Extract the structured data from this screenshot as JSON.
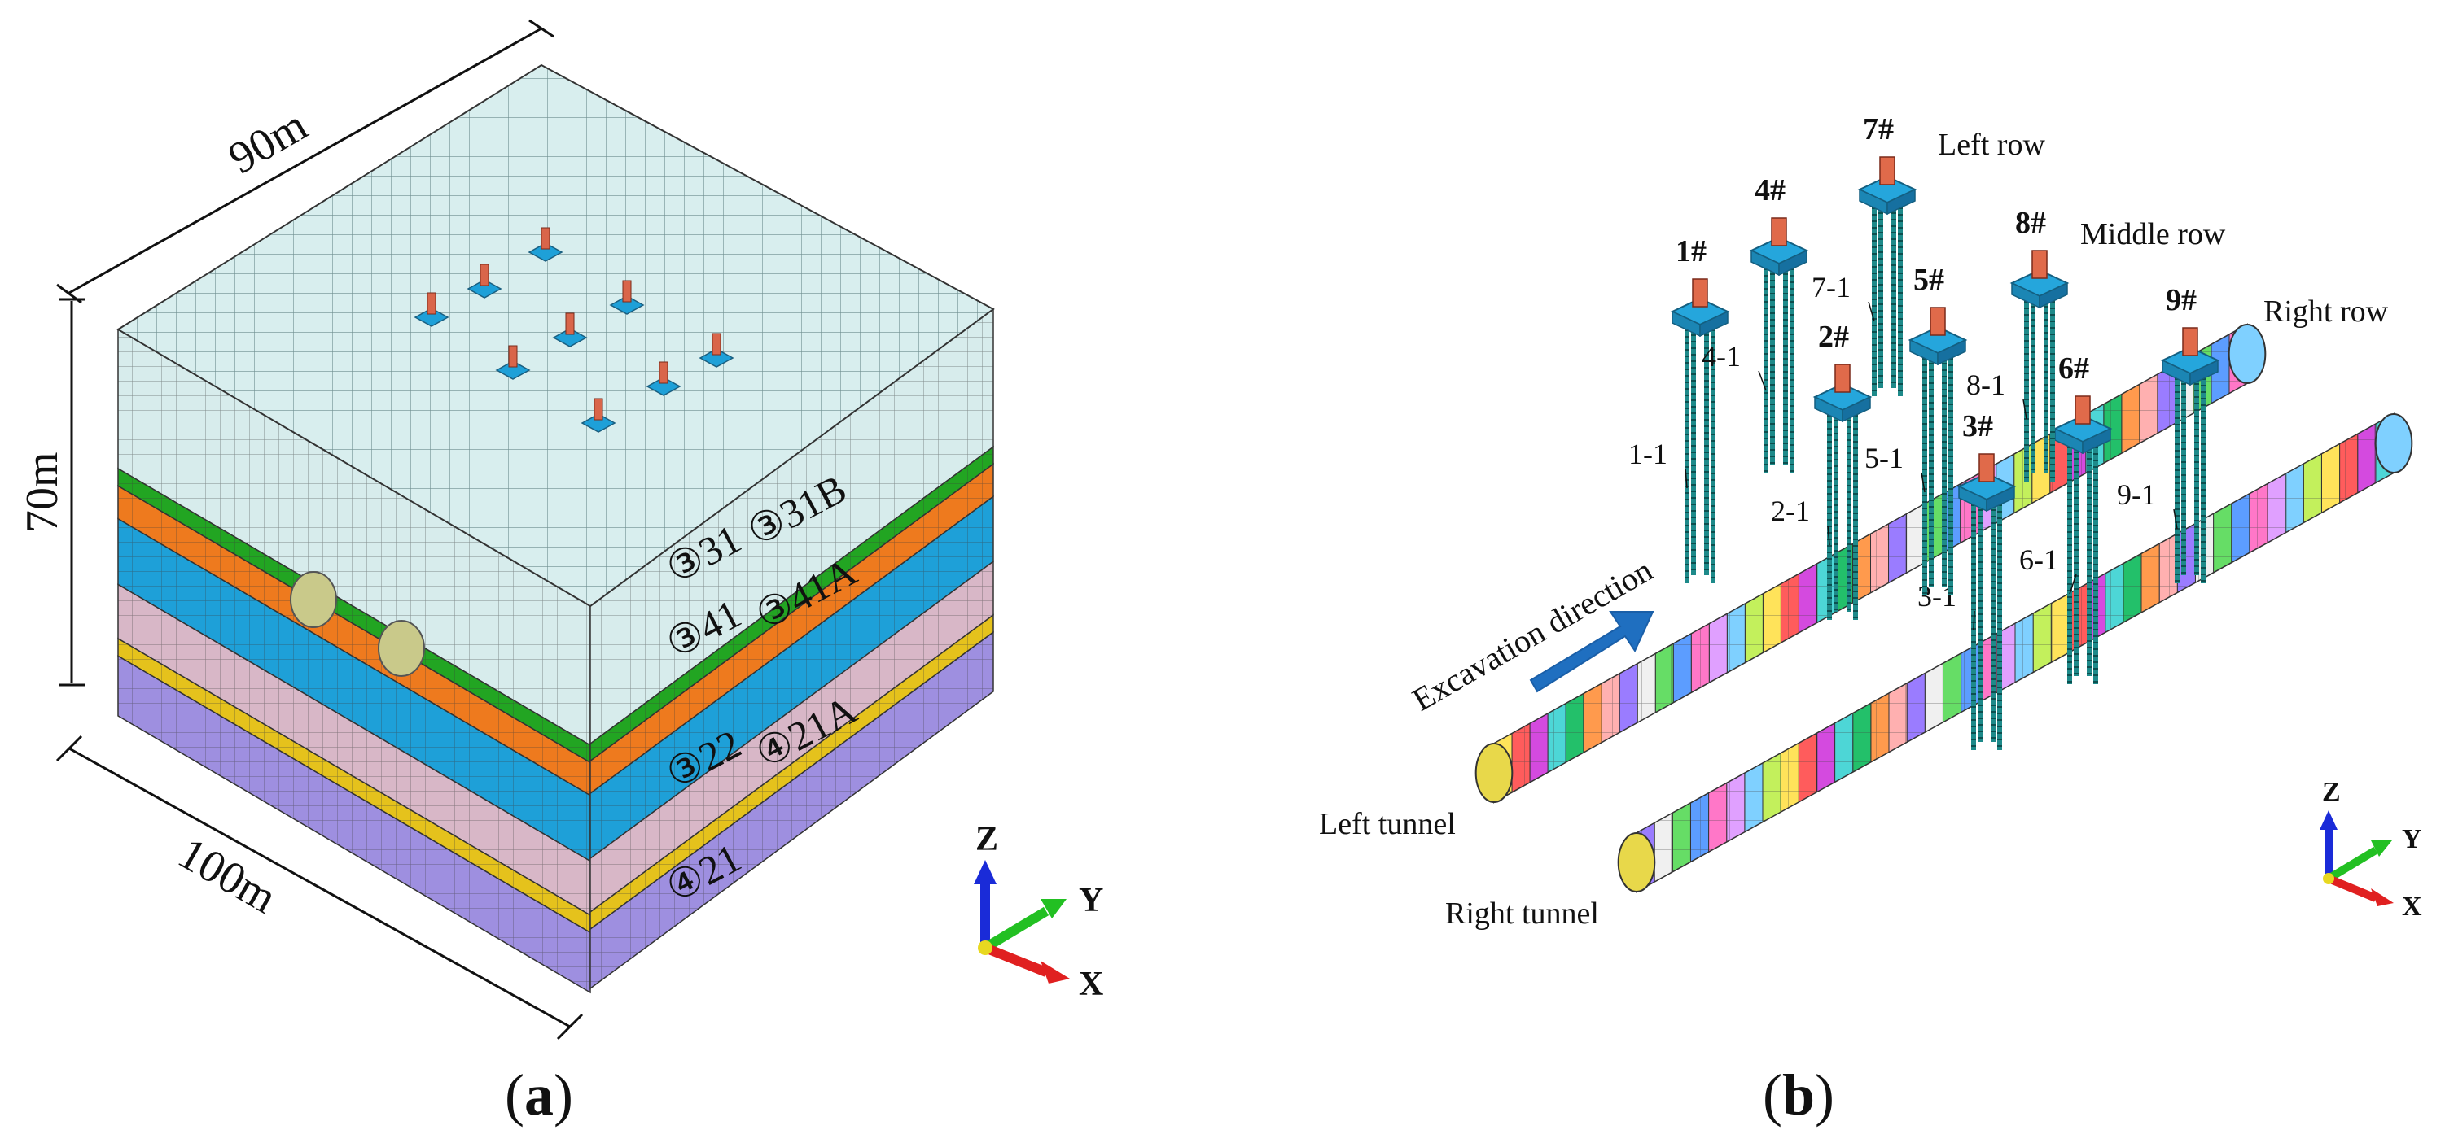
{
  "panel_a": {
    "caption": "(a)",
    "caption_letter": "a",
    "dims": {
      "top": "90m",
      "height": "70m",
      "front": "100m"
    },
    "layers": [
      {
        "code": "③31",
        "color": "#d7ecec"
      },
      {
        "code": "③31B",
        "color": "#22a522"
      },
      {
        "code": "③41",
        "color": "#ee7a1e"
      },
      {
        "code": "③41A",
        "color": "#1ea0d8"
      },
      {
        "code": "③22",
        "color": "#d8b7c7"
      },
      {
        "code": "④21A",
        "color": "#e5c21c"
      },
      {
        "code": "④21",
        "color": "#9e8fe0"
      }
    ],
    "axes": {
      "z": "Z",
      "y": "Y",
      "x": "X"
    }
  },
  "panel_b": {
    "caption": "(b)",
    "caption_letter": "b",
    "piles": [
      {
        "id": "1#",
        "pile": "1-1"
      },
      {
        "id": "2#",
        "pile": "2-1"
      },
      {
        "id": "3#",
        "pile": "3-1"
      },
      {
        "id": "4#",
        "pile": "4-1"
      },
      {
        "id": "5#",
        "pile": "5-1"
      },
      {
        "id": "6#",
        "pile": "6-1"
      },
      {
        "id": "7#",
        "pile": "7-1"
      },
      {
        "id": "8#",
        "pile": "8-1"
      },
      {
        "id": "9#",
        "pile": "9-1"
      }
    ],
    "rows": {
      "left": "Left row",
      "middle": "Middle row",
      "right": "Right row"
    },
    "tunnels": {
      "left": "Left tunnel",
      "right": "Right tunnel"
    },
    "excavation": "Excavation direction",
    "axes": {
      "z": "Z",
      "y": "Y",
      "x": "X"
    }
  }
}
